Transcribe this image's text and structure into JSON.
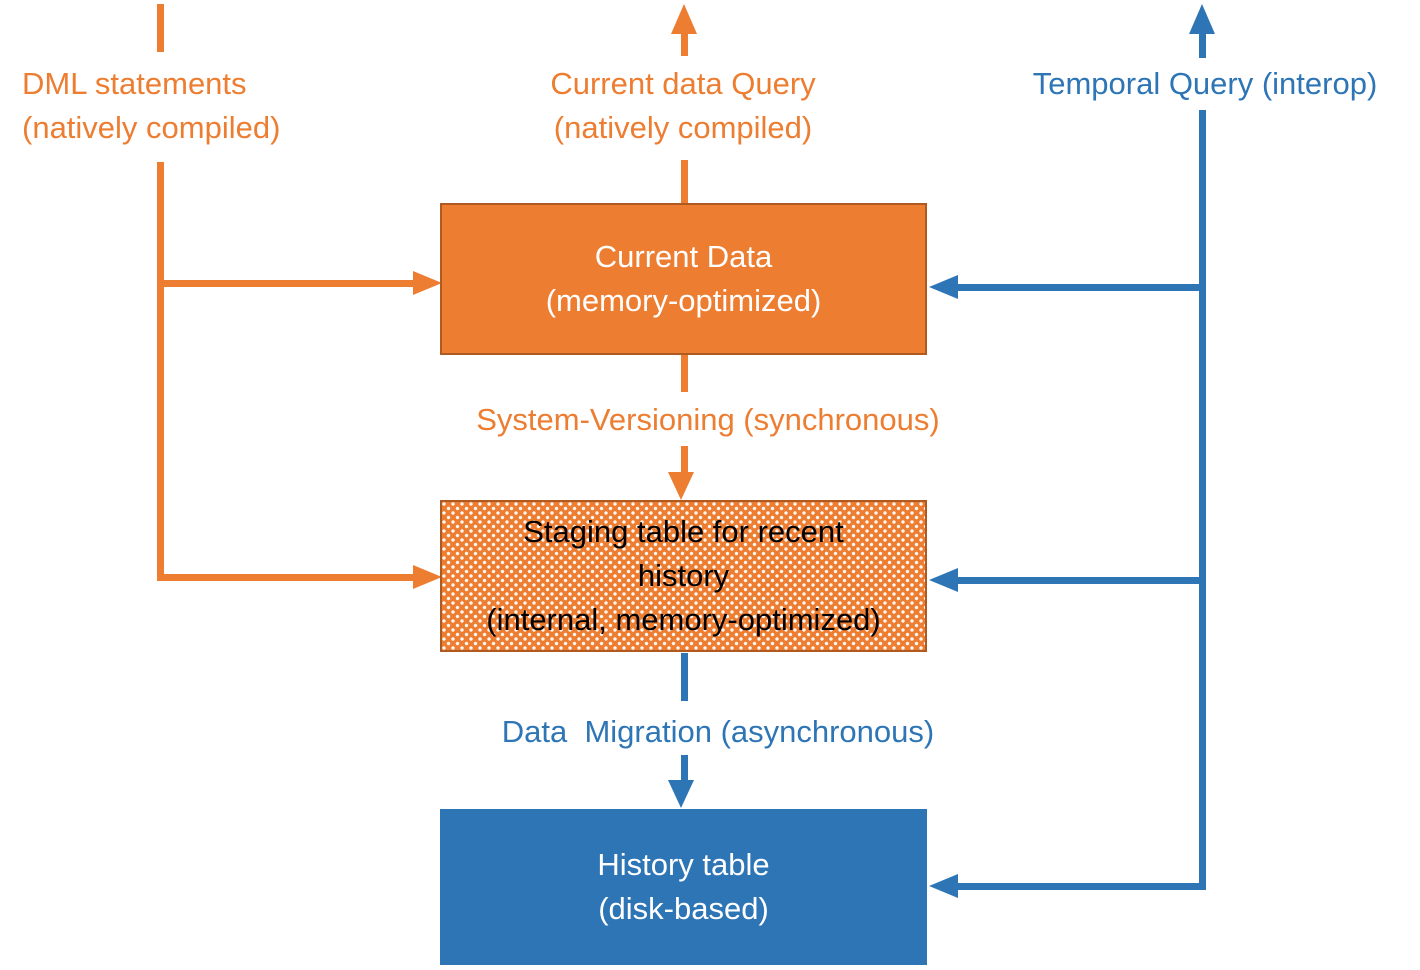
{
  "diagram": {
    "colors": {
      "orange": "#ED7D31",
      "orange_border": "#AE5A21",
      "blue": "#2E75B6",
      "node_text_light": "#FFFFFF",
      "staging_text": "#000000"
    },
    "labels": {
      "dml_statements": "DML statements\n(natively compiled)",
      "current_data_query": "Current data Query\n(natively compiled)",
      "temporal_query": "Temporal Query (interop)",
      "system_versioning": "System-Versioning (synchronous)",
      "data_migration": "Data  Migration (asynchronous)"
    },
    "nodes": {
      "current_data": {
        "label": "Current Data\n(memory-optimized)",
        "style": "orange-solid"
      },
      "staging_table": {
        "label": "Staging table for recent\nhistory\n(internal, memory-optimized)",
        "style": "orange-dotted"
      },
      "history_table": {
        "label": "History table\n(disk-based)",
        "style": "blue-solid"
      }
    },
    "edges": [
      {
        "from": "DML statements (natively compiled)",
        "to": "Current Data (memory-optimized)",
        "color": "#ED7D31"
      },
      {
        "from": "DML statements (natively compiled)",
        "to": "Staging table for recent history",
        "color": "#ED7D31"
      },
      {
        "from": "Current Data (memory-optimized)",
        "to": "Current data Query (natively compiled)",
        "color": "#ED7D31"
      },
      {
        "from": "Current Data (memory-optimized)",
        "to": "Staging table for recent history",
        "label": "System-Versioning (synchronous)",
        "color": "#ED7D31"
      },
      {
        "from": "Staging table for recent history",
        "to": "History table (disk-based)",
        "label": "Data  Migration (asynchronous)",
        "color": "#2E75B6"
      },
      {
        "from": "Temporal Query (interop)",
        "to": "Current Data (memory-optimized)",
        "color": "#2E75B6"
      },
      {
        "from": "Temporal Query (interop)",
        "to": "Staging table for recent history",
        "color": "#2E75B6"
      },
      {
        "from": "Temporal Query (interop)",
        "to": "History table (disk-based)",
        "color": "#2E75B6"
      }
    ]
  }
}
